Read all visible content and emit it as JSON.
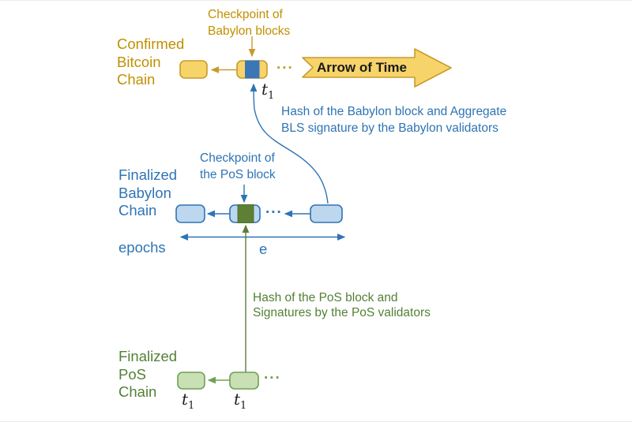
{
  "figure": {
    "bitcoin": {
      "chain_label": "Confirmed\nBitcoin\nChain",
      "checkpoint_label": "Checkpoint of\nBabylon blocks",
      "dots": "...",
      "time_arrow_label": "Arrow of Time",
      "t1_base": "t",
      "t1_sub": "1"
    },
    "babylon": {
      "chain_label": "Finalized\nBabylon\nChain",
      "checkpoint_label": "Checkpoint of\nthe PoS block",
      "dots": "...",
      "hash_note": "Hash of the Babylon block and Aggregate\nBLS signature by the Babylon validators",
      "epochs_label": "epochs",
      "epoch_id": "e"
    },
    "pos": {
      "chain_label": "Finalized\nPoS\nChain",
      "dots": "...",
      "hash_note": "Hash of the PoS block and\nSignatures by the PoS validators",
      "t1a_base": "t",
      "t1a_sub": "1",
      "t1b_base": "t",
      "t1b_sub": "1"
    },
    "colors": {
      "gold_text": "#BF9000",
      "gold_block_fill": "#F7D469",
      "gold_block_stroke": "#C79C2C",
      "blue": "#2E74B5",
      "blue_block_fill": "#BDD7EE",
      "checkpoint_square_blue": "#3B76B7",
      "green_text": "#538135",
      "checkpoint_square_green": "#5E8035",
      "green_block_fill": "#C9E0B5",
      "green_block_stroke": "#71A053"
    }
  }
}
